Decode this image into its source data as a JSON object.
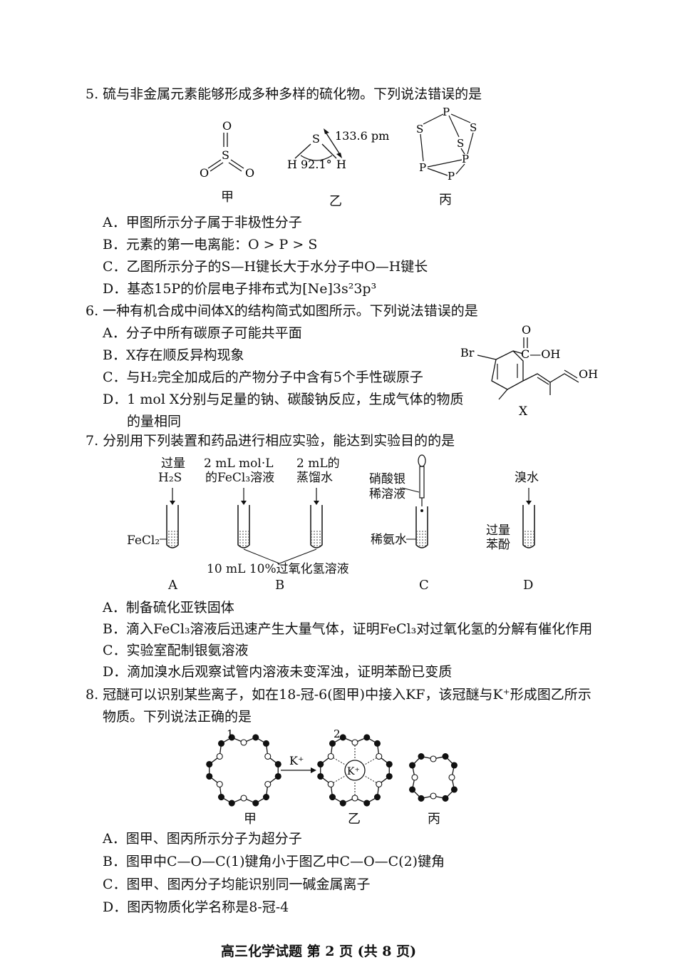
{
  "q5": {
    "stem": "5. 硫与非金属元素能够形成多种多样的硫化物。下列说法错误的是",
    "fig_labels": [
      "甲",
      "乙",
      "丙"
    ],
    "bond_length": "133.6 pm",
    "bond_angle": "92.1°",
    "options": [
      "A．甲图所示分子属于非极性分子",
      "B．元素的第一电离能：O > P > S",
      "C．乙图所示分子的S—H键长大于水分子中O—H键长",
      "D．基态15P的价层电子排布式为[Ne]3s²3p³"
    ]
  },
  "q6": {
    "stem": "6. 一种有机合成中间体X的结构简式如图所示。下列说法错误的是",
    "options": [
      "A．分子中所有碳原子可能共平面",
      "B．X存在顺反异构现象",
      "C．与H₂完全加成后的产物分子中含有5个手性碳原子",
      "D．1 mol X分别与足量的钠、碳酸钠反应，生成气体的物质",
      "的量相同"
    ],
    "struct_label": "X",
    "groups": {
      "br": "Br",
      "o": "O",
      "cooh": "C—OH",
      "oh": "OH"
    }
  },
  "q7": {
    "stem": "7. 分别用下列装置和药品进行相应实验，能达到实验目的的是",
    "a_top1": "过量",
    "a_top2": "H₂S",
    "a_side": "FeCl₂",
    "b_top1_1": "2 mL mol·L",
    "b_top1_2": "的FeCl₃溶液",
    "b_top2_1": "2 mL的",
    "b_top2_2": "蒸馏水",
    "b_bottom": "10 mL 10%过氧化氢溶液",
    "c_top1": "硝酸银",
    "c_top2": "稀溶液",
    "c_side": "稀氨水",
    "d_top": "溴水",
    "d_side1": "过量",
    "d_side2": "苯酚",
    "letters": [
      "A",
      "B",
      "C",
      "D"
    ],
    "options": [
      "A．制备硫化亚铁固体",
      "B．滴入FeCl₃溶液后迅速产生大量气体，证明FeCl₃对过氧化氢的分解有催化作用",
      "C．实验室配制银氨溶液",
      "D．滴加溴水后观察试管内溶液未变浑浊，证明苯酚已变质"
    ]
  },
  "q8": {
    "stem1": "8. 冠醚可以识别某些离子，如在18-冠-6(图甲)中接入KF，该冠醚与K⁺形成图乙所示",
    "stem2": "物质。下列说法正确的是",
    "arrow_label": "K⁺",
    "ion": "K⁺",
    "mark1": "1",
    "mark2": "2",
    "fig_labels": [
      "甲",
      "乙",
      "丙"
    ],
    "options": [
      "A．图甲、图丙所示分子为超分子",
      "B．图甲中C—O—C(1)键角小于图乙中C—O—C(2)键角",
      "C．图甲、图丙分子均能识别同一碱金属离子",
      "D．图丙物质化学名称是8-冠-4"
    ]
  },
  "footer": "高三化学试题 第 2 页 (共 8 页)"
}
